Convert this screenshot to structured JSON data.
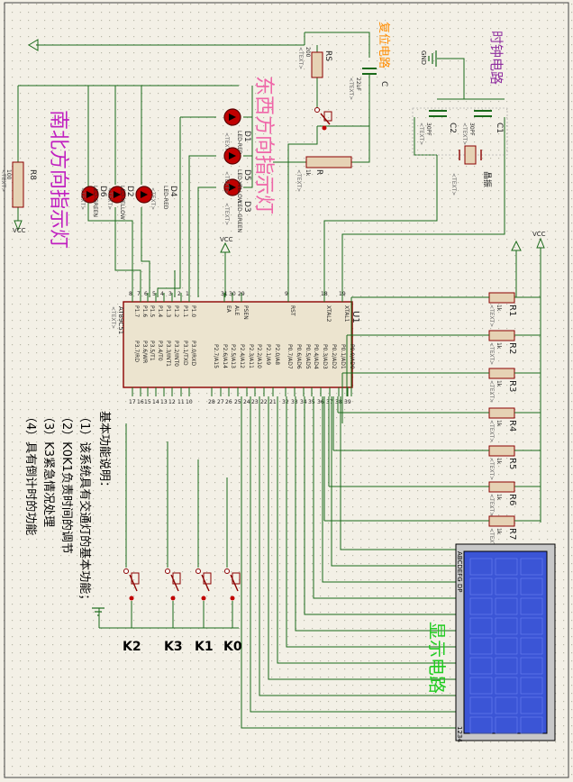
{
  "colors": {
    "background": "#f3f0e6",
    "grid_dot": "#b8b8a8",
    "wire": "#1a6a1a",
    "component_border": "#8b0000",
    "chip_fill": "#ece4cf",
    "resistor_fill": "#e6d2b4",
    "led_fill": "#c00000",
    "lcd_fill": "#3b55d6",
    "lcd_border": "#000000",
    "label_pink": "#ef66a8",
    "label_magenta": "#c020c0",
    "label_orange": "#ff8c00",
    "label_purple": "#9030a0",
    "label_green": "#22cc22"
  },
  "section_labels": {
    "reset": "复位电路",
    "clock": "时钟电路",
    "east_west": "东西方向指示灯",
    "north_south": "南北方向指示灯",
    "display": "显示电路"
  },
  "mcu": {
    "ref": "U1",
    "part": "AT89C51",
    "text_tag": "<TEXT>",
    "p1_pins": [
      "P1.0",
      "P1.1",
      "P1.2",
      "P1.3",
      "P1.4",
      "P1.5",
      "P1.6",
      "P1.7"
    ],
    "p1_nums": [
      "1",
      "2",
      "3",
      "4",
      "5",
      "6",
      "7",
      "8"
    ],
    "p3_pins": [
      "P3.0/RXD",
      "P3.1/TXD",
      "P3.2/INT0",
      "P3.3/INT1",
      "P3.4/T0",
      "P3.5/T1",
      "P3.6/WR",
      "P3.7/RD"
    ],
    "p3_nums": [
      "10",
      "11",
      "12",
      "13",
      "14",
      "15",
      "16",
      "17"
    ],
    "p2_pins": [
      "P2.0/A8",
      "P2.1/A9",
      "P2.2/A10",
      "P2.3/A11",
      "P2.4/A12",
      "P2.5/A13",
      "P2.6/A14",
      "P2.7/A15"
    ],
    "p2_nums": [
      "21",
      "22",
      "23",
      "24",
      "25",
      "26",
      "27",
      "28"
    ],
    "p0_pins": [
      "P0.0/AD0",
      "P0.1/AD1",
      "P0.2/AD2",
      "P0.3/AD3",
      "P0.4/AD4",
      "P0.5/AD5",
      "P0.6/AD6",
      "P0.7/AD7"
    ],
    "p0_nums": [
      "39",
      "38",
      "37",
      "36",
      "35",
      "34",
      "33",
      "32"
    ],
    "ctrl": [
      "PSEN",
      "ALE",
      "EA",
      "RST",
      "XTAL2",
      "XTAL1"
    ],
    "ctrl_nums": [
      "29",
      "30",
      "31",
      "9",
      "18",
      "19"
    ]
  },
  "reset_parts": {
    "rs_ref": "RS",
    "rs_val": "200",
    "c_ref": "C",
    "c_val": "22uF",
    "r_ref": "R",
    "r_val": "1k"
  },
  "clock_parts": {
    "gnd": "GND",
    "c1_ref": "C1",
    "c1_val": "30PF",
    "c2_ref": "C2",
    "c2_val": "30PF",
    "crystal": "晶振"
  },
  "leds": [
    {
      "ref": "D1",
      "type": "LED-RED"
    },
    {
      "ref": "D2",
      "type": "LED-YELLOW"
    },
    {
      "ref": "D3",
      "type": "LED-GREEN"
    },
    {
      "ref": "D4",
      "type": "LED-RED"
    },
    {
      "ref": "D5",
      "type": "LED-YELLOW"
    },
    {
      "ref": "D6",
      "type": "LED-GREEN"
    }
  ],
  "r8": {
    "ref": "R8",
    "val": "100"
  },
  "vcc": "VCC",
  "pullups": [
    {
      "ref": "R1",
      "val": "1k"
    },
    {
      "ref": "R2",
      "val": "1k"
    },
    {
      "ref": "R3",
      "val": "1k"
    },
    {
      "ref": "R4",
      "val": "1k"
    },
    {
      "ref": "R5",
      "val": "1k"
    },
    {
      "ref": "R6",
      "val": "1k"
    },
    {
      "ref": "R7",
      "val": "1k"
    }
  ],
  "lcd": {
    "segments": "ABCDEFG DP",
    "digits": "1234"
  },
  "keys": [
    "K2",
    "K3",
    "K1",
    "K0"
  ],
  "notes": {
    "title": "基本功能说明：",
    "lines": [
      "（1）该系统具有交通灯的基本功能；",
      "（2）K0K1负责时间的调节",
      "（3）K3紧急情况处理",
      "（4）具有倒计时的功能"
    ]
  }
}
